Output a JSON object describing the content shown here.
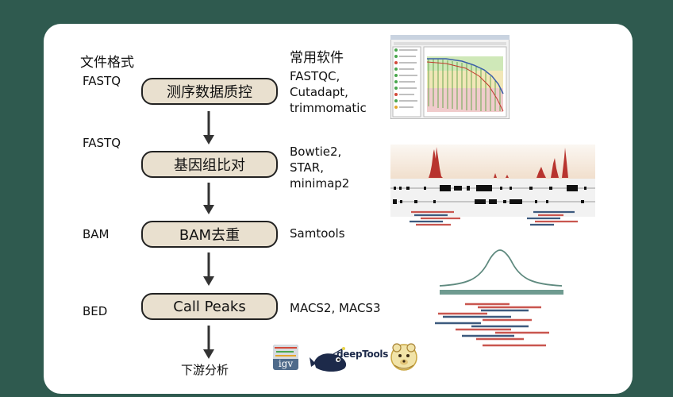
{
  "formats_heading": "文件格式",
  "software_heading": "常用软件",
  "steps": [
    {
      "input": "FASTQ",
      "label": "测序数据质控",
      "software": [
        "FASTQC,",
        "Cutadapt,",
        "trimmomatic"
      ]
    },
    {
      "input": "FASTQ",
      "label": "基因组比对",
      "software": [
        "Bowtie2,",
        "STAR,",
        "minimap2"
      ]
    },
    {
      "input": "BAM",
      "label": "BAM去重",
      "software": [
        "Samtools"
      ]
    },
    {
      "input": "BED",
      "label": "Call Peaks",
      "software": [
        "MACS2, MACS3"
      ]
    }
  ],
  "downstream_label": "下游分析",
  "logos": {
    "igv": "igv",
    "deeptools": "deepTools"
  },
  "colors": {
    "background": "#2f5a4f",
    "step_fill": "#e9e0cf",
    "read_red": "#c9564f",
    "read_blue": "#3d5a7e",
    "peak_red": "#b8342e",
    "summit_curve": "#5f8a7f"
  }
}
